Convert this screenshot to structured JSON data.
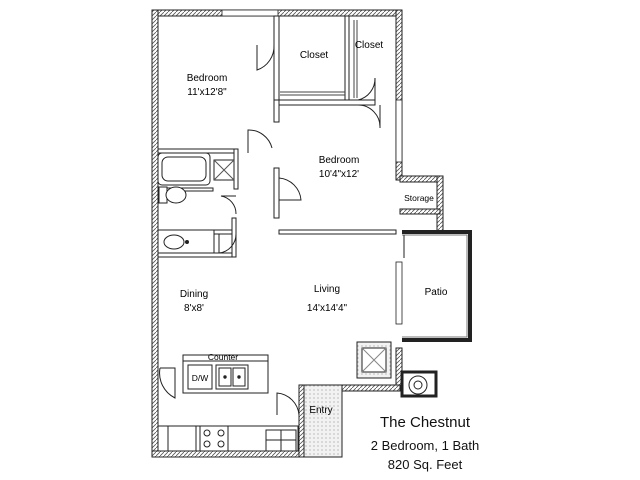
{
  "plan": {
    "name": "The Chestnut",
    "beds_baths": "2 Bedroom, 1 Bath",
    "area": "820 Sq. Feet"
  },
  "rooms": {
    "bedroom1": {
      "label": "Bedroom",
      "size": "11'x12'8\""
    },
    "bedroom2": {
      "label": "Bedroom",
      "size": "10'4\"x12'"
    },
    "closet1": {
      "label": "Closet"
    },
    "closet2": {
      "label": "Closet"
    },
    "storage": {
      "label": "Storage"
    },
    "patio": {
      "label": "Patio"
    },
    "dining": {
      "label": "Dining",
      "size": "8'x8'"
    },
    "living": {
      "label": "Living",
      "size": "14'x14'4\""
    },
    "entry": {
      "label": "Entry"
    }
  },
  "fixtures": {
    "counter": "Counter",
    "dishwasher": "D/W"
  }
}
